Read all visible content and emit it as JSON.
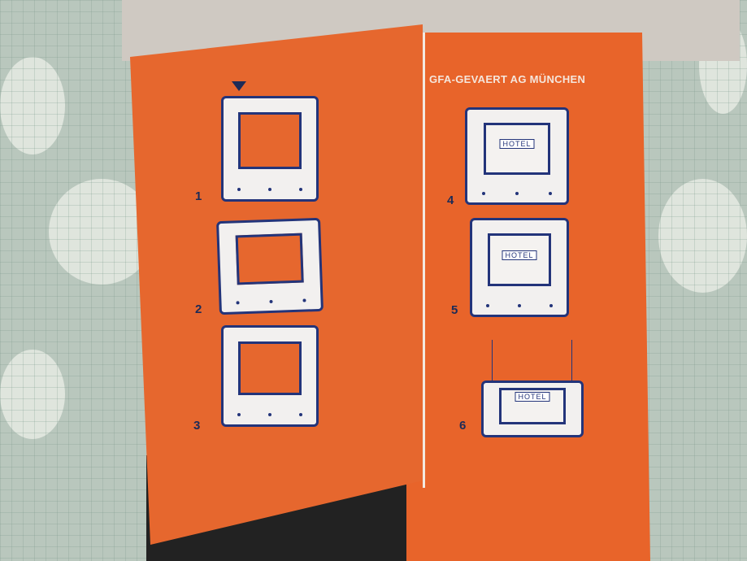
{
  "panel_right": {
    "brand_text": "GFA-GEVAERT AG MÜNCHEN"
  },
  "steps": [
    "1",
    "2",
    "3",
    "4",
    "5",
    "6"
  ],
  "hotel_sign": "HOTEL",
  "colors": {
    "orange": "#e6672e",
    "navy": "#23347a",
    "cloth": "#b9c7bd"
  }
}
